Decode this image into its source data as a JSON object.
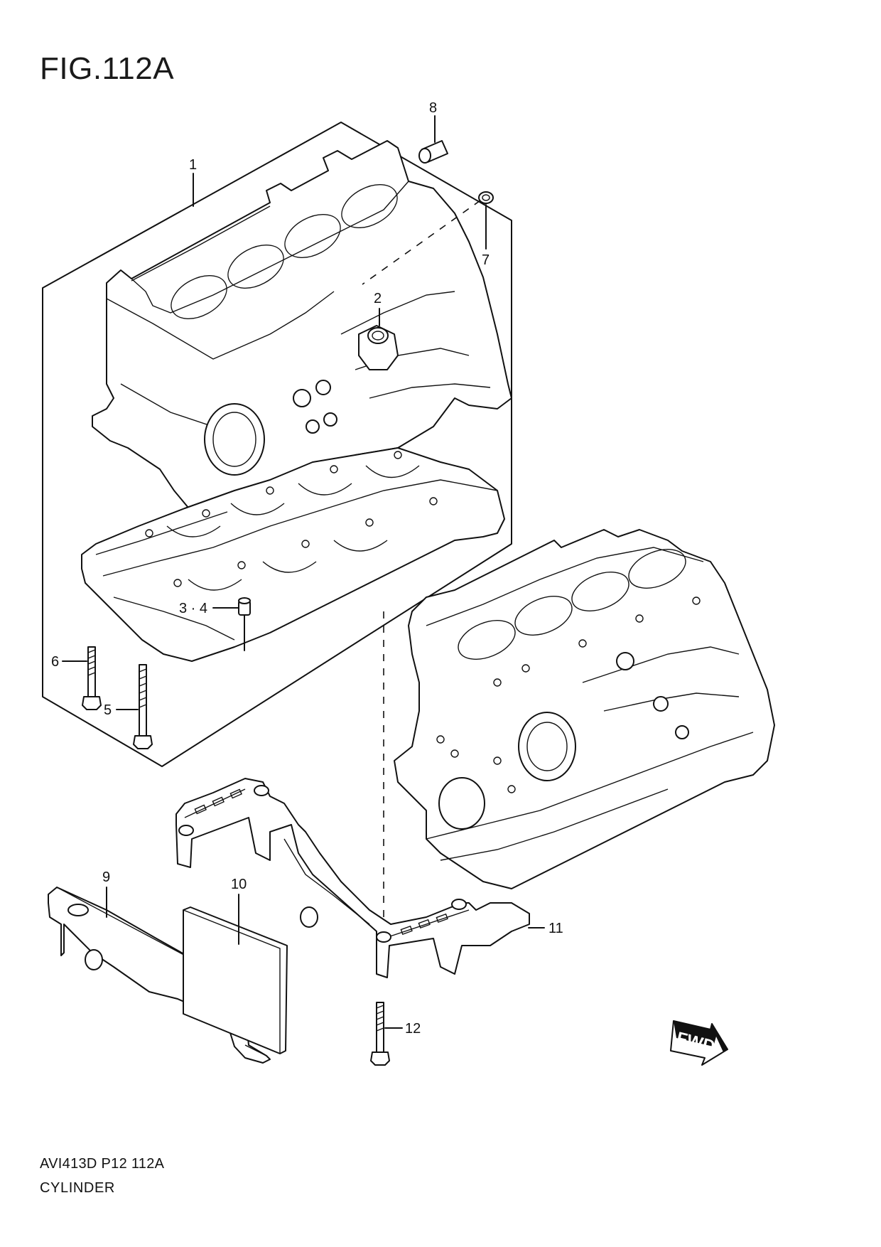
{
  "figure": {
    "title": "FIG.112A",
    "code": "AVI413D P12 112A",
    "name": "CYLINDER"
  },
  "callouts": {
    "c1": "1",
    "c2": "2",
    "c34": "3 · 4",
    "c5": "5",
    "c6": "6",
    "c7": "7",
    "c8": "8",
    "c9": "9",
    "c10": "10",
    "c11": "11",
    "c12": "12"
  },
  "fwd_label": "FWD"
}
